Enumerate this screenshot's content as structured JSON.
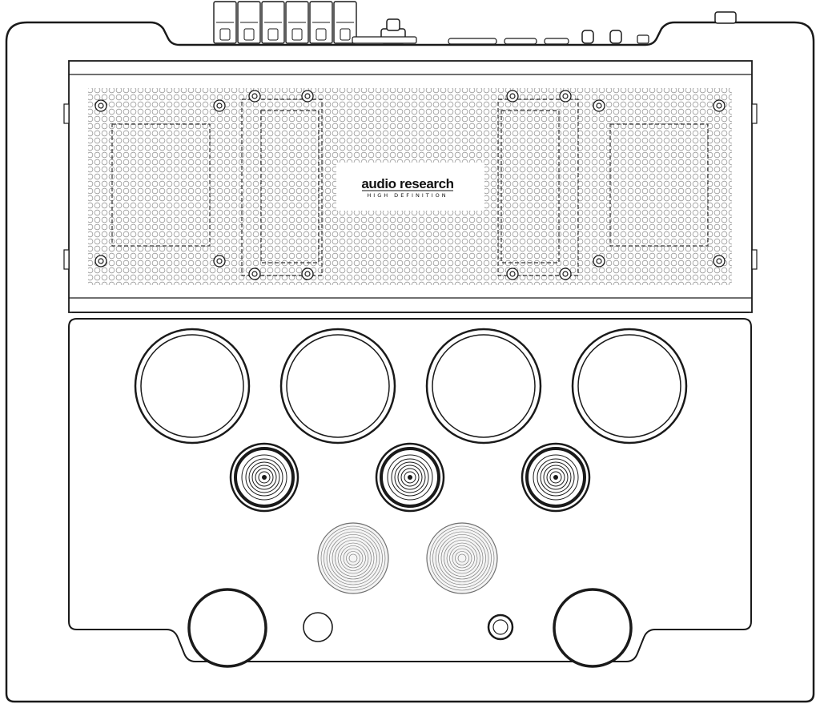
{
  "logo": {
    "brand": "audio research",
    "tagline": "HIGH DEFINITION"
  },
  "colors": {
    "stroke": "#1a1a1a",
    "background": "#ffffff",
    "pattern_fill": "#f4f4f4",
    "pattern_line": "#707070"
  },
  "counts": {
    "top_controls": 6,
    "large_tube_sockets": 4,
    "small_tube_sockets": 3,
    "capacitor_tops": 2,
    "transformer_housings": 2,
    "small_posts": 2
  }
}
